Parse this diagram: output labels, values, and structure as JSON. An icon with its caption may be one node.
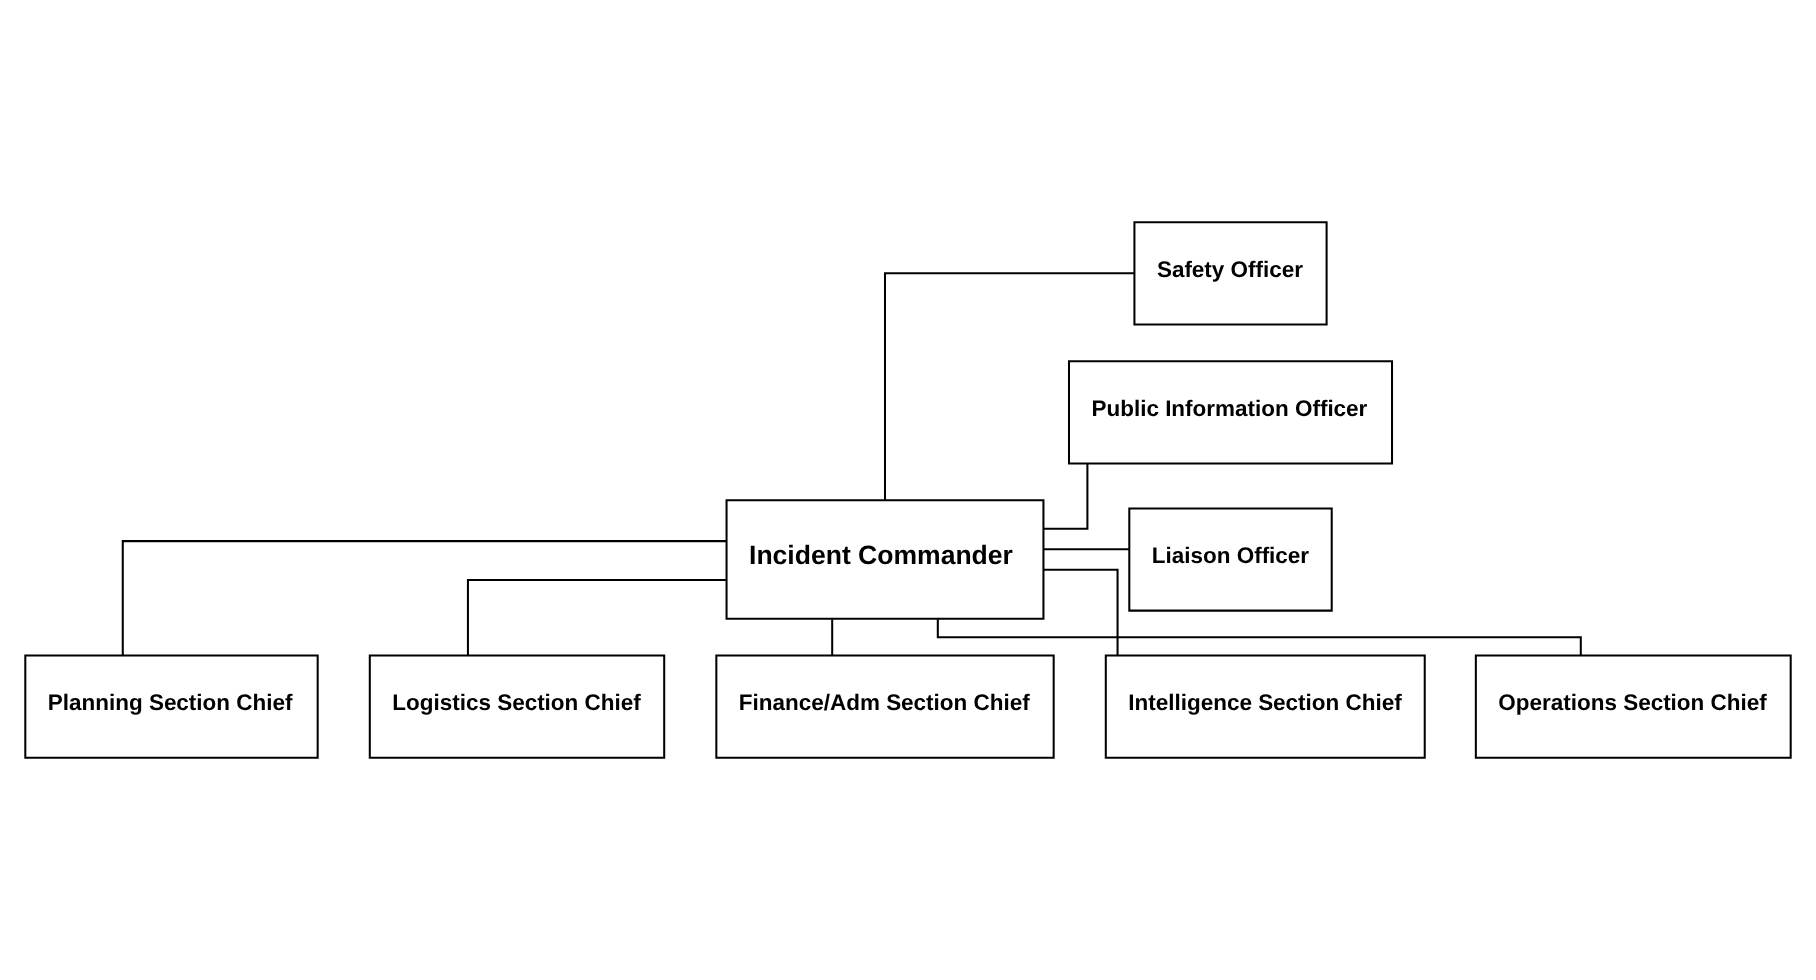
{
  "diagram": {
    "nodes": [
      {
        "text": [
          "Incident Commander"
        ]
      },
      {
        "text": [
          "Safety Officer"
        ]
      },
      {
        "text": [
          "Public Information Officer"
        ]
      },
      {
        "text": [
          "Liaison Officer"
        ]
      },
      {
        "text": [
          "Operations Section Chief"
        ]
      },
      {
        "text": [
          "Planning Section Chief"
        ]
      },
      {
        "text": [
          "Logistics Section Chief"
        ]
      },
      {
        "text": [
          "Finance/Adm Section Chief"
        ]
      },
      {
        "text": [
          "Intelligence Section Chief"
        ]
      }
    ],
    "edges": [
      {
        "from": 0,
        "to": 1,
        "arrow": "none"
      },
      {
        "from": 0,
        "to": 2,
        "arrow": "none"
      },
      {
        "from": 0,
        "to": 3,
        "arrow": "none"
      },
      {
        "from": 0,
        "to": 4,
        "arrow": "none"
      },
      {
        "from": 0,
        "to": 5,
        "arrow": "none"
      },
      {
        "from": 0,
        "to": 6,
        "arrow": "none"
      },
      {
        "from": 0,
        "to": 7,
        "arrow": "none"
      },
      {
        "from": 0,
        "to": 8,
        "arrow": "none"
      }
    ]
  }
}
